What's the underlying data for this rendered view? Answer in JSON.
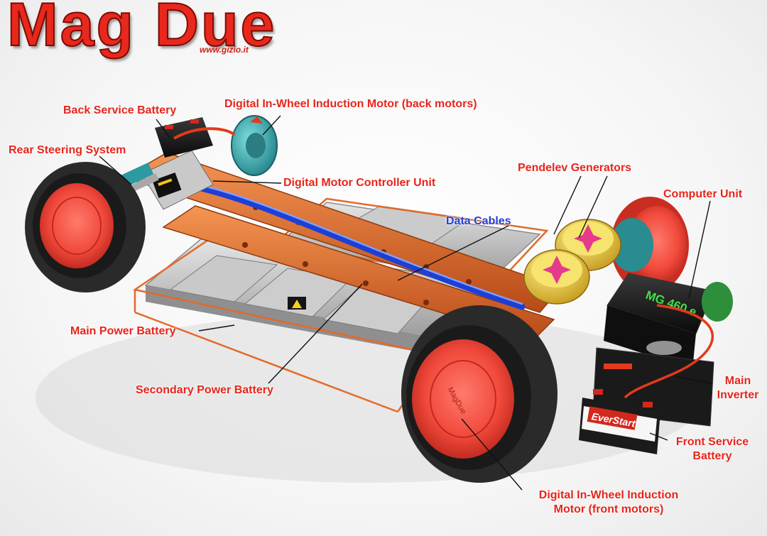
{
  "title": "Mag Due",
  "website": "www.gizio.it",
  "battery_brand": "EverStart",
  "computer_label": "MG 460 e",
  "wheel_badge": "MagDue",
  "labels": {
    "back_service_battery": "Back Service Battery",
    "back_motors": "Digital In-Wheel Induction Motor (back motors)",
    "rear_steering": "Rear Steering System",
    "motor_controller": "Digital Motor Controller Unit",
    "pendelev": "Pendelev Generators",
    "computer_unit": "Computer Unit",
    "data_cables": "Data Cables",
    "main_power_battery": "Main Power Battery",
    "secondary_power_battery": "Secondary Power Battery",
    "main_inverter_1": "Main",
    "main_inverter_2": "Inverter",
    "front_service_1": "Front Service",
    "front_service_2": "Battery",
    "front_motors_1": "Digital In-Wheel Induction",
    "front_motors_2": "Motor (front motors)"
  },
  "colors": {
    "title": "#e8281c",
    "label": "#e8241a",
    "data_cables": "#1f3fd8",
    "frame": "#e36a2a",
    "tire": "#2a2a2a",
    "rim": "#f14a3c"
  }
}
